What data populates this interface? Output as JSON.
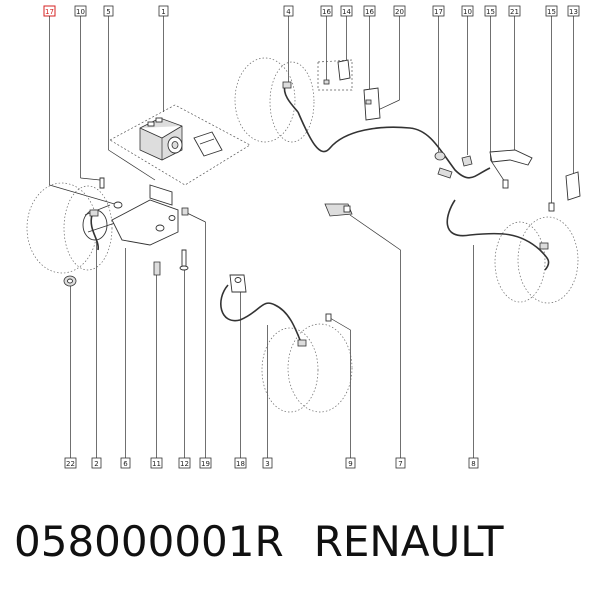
{
  "diagram": {
    "top_labels": [
      {
        "id": "t1",
        "text": "17",
        "highlight": true
      },
      {
        "id": "t2",
        "text": "10",
        "highlight": false
      },
      {
        "id": "t3",
        "text": "5",
        "highlight": false
      },
      {
        "id": "t4",
        "text": "1",
        "highlight": false
      },
      {
        "id": "t5",
        "text": "4",
        "highlight": false
      },
      {
        "id": "t6",
        "text": "16",
        "highlight": false
      },
      {
        "id": "t7",
        "text": "14",
        "highlight": false
      },
      {
        "id": "t8",
        "text": "16",
        "highlight": false
      },
      {
        "id": "t9",
        "text": "20",
        "highlight": false
      },
      {
        "id": "t10",
        "text": "17",
        "highlight": false
      },
      {
        "id": "t11",
        "text": "10",
        "highlight": false
      },
      {
        "id": "t12",
        "text": "15",
        "highlight": false
      },
      {
        "id": "t13",
        "text": "21",
        "highlight": false
      },
      {
        "id": "t14",
        "text": "15",
        "highlight": false
      },
      {
        "id": "t15",
        "text": "13",
        "highlight": false
      }
    ],
    "bottom_labels": [
      {
        "id": "b1",
        "text": "22"
      },
      {
        "id": "b2",
        "text": "2"
      },
      {
        "id": "b3",
        "text": "6"
      },
      {
        "id": "b4",
        "text": "11"
      },
      {
        "id": "b5",
        "text": "12"
      },
      {
        "id": "b6",
        "text": "19"
      },
      {
        "id": "b7",
        "text": "18"
      },
      {
        "id": "b8",
        "text": "3"
      },
      {
        "id": "b9",
        "text": "9"
      },
      {
        "id": "b10",
        "text": "7"
      },
      {
        "id": "b11",
        "text": "8"
      }
    ],
    "highlight_color": "#d62020"
  },
  "caption": {
    "part_number": "058000001R",
    "brand": "RENAULT"
  }
}
